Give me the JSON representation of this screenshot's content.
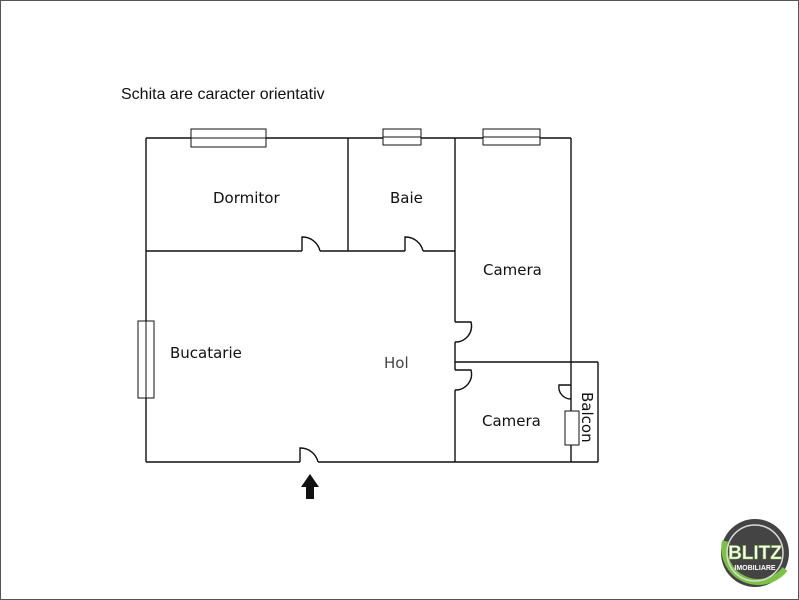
{
  "note": "Schita are caracter orientativ",
  "rooms": {
    "dormitor": "Dormitor",
    "baie": "Baie",
    "camera_top": "Camera",
    "bucatarie": "Bucatarie",
    "hol": "Hol",
    "camera_bottom": "Camera",
    "balcon": "Balcon"
  },
  "logo": {
    "brand": "BLITZ",
    "sub": "IMOBILIARE"
  },
  "colors": {
    "wall": "#111111",
    "logo_ring": "#7cc242",
    "logo_dark": "#444444"
  }
}
